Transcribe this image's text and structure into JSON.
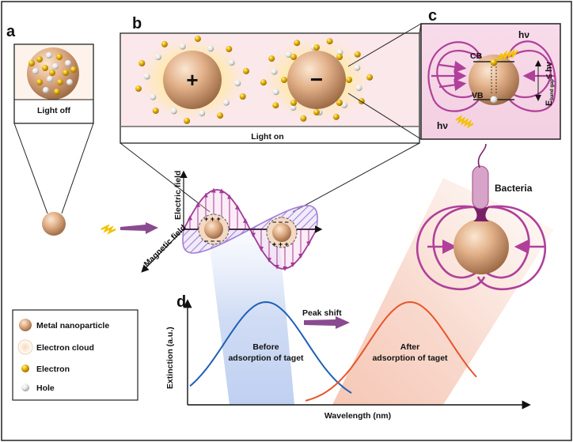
{
  "panels": {
    "a": {
      "letter": "a",
      "caption": "Light off"
    },
    "b": {
      "letter": "b",
      "caption": "Light on",
      "plus": "+",
      "minus": "−"
    },
    "c": {
      "letter": "c",
      "cb": "CB",
      "vb": "VB",
      "hv_top": "hν",
      "hv_bottom": "hν",
      "band_gap": "E",
      "band_gap_sub": "band gap",
      "band_gap_rel": "≤ hν"
    },
    "d": {
      "letter": "d"
    }
  },
  "wave": {
    "electric_field": "Electric field",
    "magnetic_field": "Magnetic field"
  },
  "bacteria": {
    "label": "Bacteria"
  },
  "spectrum": {
    "xlabel": "Wavelength (nm)",
    "ylabel": "Extinction (a.u.)",
    "peak_shift": "Peak shift",
    "before_line1": "Before",
    "before_line2": "adsorption of taget",
    "after_line1": "After",
    "after_line2": "adsorption of taget",
    "colors": {
      "before": "#1f5fb5",
      "after": "#e8552b"
    }
  },
  "legend": {
    "items": [
      {
        "label": "Metal nanoparticle",
        "icon": "metal-nanoparticle-icon"
      },
      {
        "label": "Electron cloud",
        "icon": "electron-cloud-icon"
      },
      {
        "label": "Electron",
        "icon": "electron-icon"
      },
      {
        "label": "Hole",
        "icon": "hole-icon"
      }
    ]
  },
  "colors": {
    "particle": "#d9a67c",
    "electron": "#e5b100",
    "field": "#b0409a",
    "wave_purple": "#a07cd6"
  }
}
